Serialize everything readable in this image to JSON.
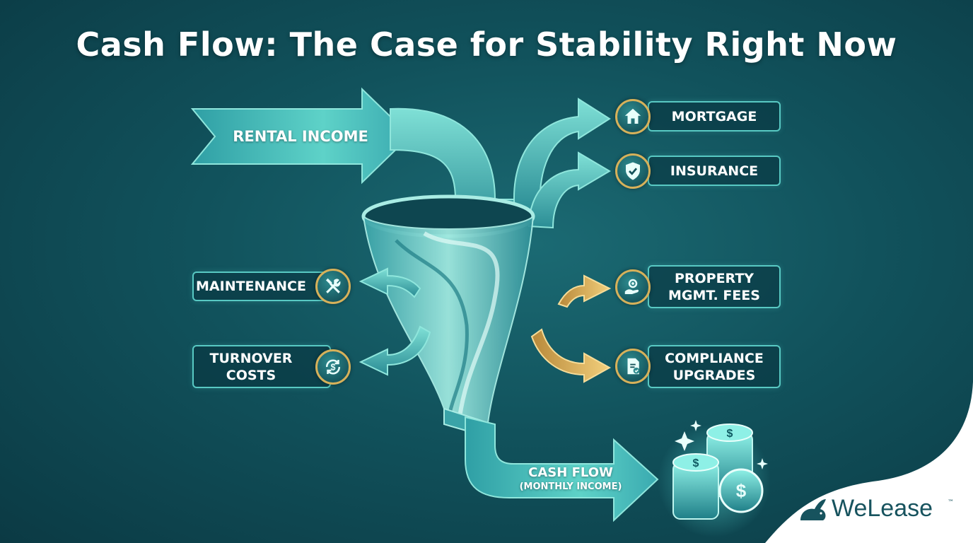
{
  "title": "Cash Flow: The Case for Stability Right Now",
  "inflow": {
    "label": "RENTAL INCOME"
  },
  "outflows_right": [
    {
      "label": "MORTGAGE",
      "icon": "house-icon"
    },
    {
      "label": "INSURANCE",
      "icon": "shield-check-icon"
    },
    {
      "label_line1": "PROPERTY",
      "label_line2": "MGMT. FEES",
      "icon": "gear-hand-icon"
    },
    {
      "label_line1": "COMPLIANCE",
      "label_line2": "UPGRADES",
      "icon": "document-check-icon"
    }
  ],
  "outflows_left": [
    {
      "label": "MAINTENANCE",
      "icon": "wrench-hammer-icon"
    },
    {
      "label_line1": "TURNOVER",
      "label_line2": "COSTS",
      "icon": "cycle-dollar-icon"
    }
  ],
  "result": {
    "line1": "CASH FLOW",
    "line2": "(MONTHLY INCOME)",
    "icon": "coin-stack-icon"
  },
  "brand": {
    "name": "WeLease",
    "tm": "™",
    "icon": "rabbit-logo-icon"
  },
  "colors": {
    "background": "#11525c",
    "teal_arrow": "#4fc1bd",
    "gold_arrow": "#d9b060",
    "box_border": "#58c9c3",
    "badge_ring": "#d6b15a",
    "brand_text": "#17535e"
  }
}
